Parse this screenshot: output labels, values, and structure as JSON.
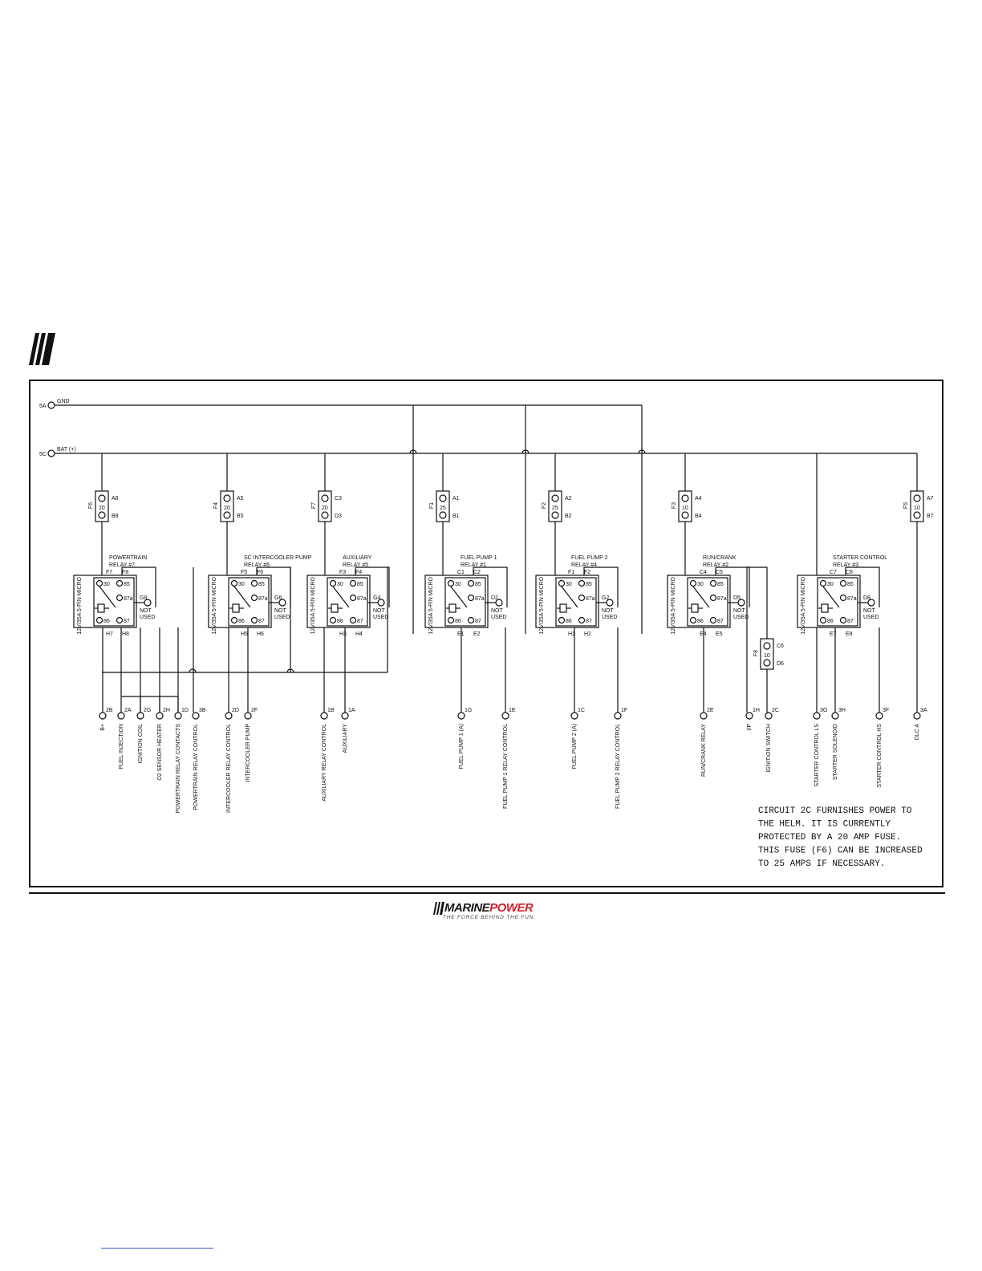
{
  "rails": {
    "gnd_terminal": "5A",
    "gnd_label": "GND",
    "bat_terminal": "5C",
    "bat_label": "BAT (+)"
  },
  "relays": [
    {
      "title1": "POWERTRAIN",
      "title2": "RELAY #7",
      "fuse": "F6",
      "amps": "20",
      "fuse_in": "A8",
      "fuse_out": "B8",
      "p1": "F7",
      "p2": "F8",
      "p3": "H7",
      "p4": "H8",
      "nu": "G8"
    },
    {
      "title1": "SC INTERCOOLER PUMP",
      "title2": "RELAY #6",
      "fuse": "F4",
      "amps": "20",
      "fuse_in": "A5",
      "fuse_out": "B5",
      "p1": "F5",
      "p2": "F6",
      "p3": "H5",
      "p4": "H6",
      "nu": "G6"
    },
    {
      "title1": "AUXILIARY",
      "title2": "RELAY #5",
      "fuse": "F7",
      "amps": "20",
      "fuse_in": "C3",
      "fuse_out": "D3",
      "p1": "F3",
      "p2": "F4",
      "p3": "H3",
      "p4": "H4",
      "nu": "G4"
    },
    {
      "title1": "FUEL PUMP 1",
      "title2": "RELAY #1",
      "fuse": "F1",
      "amps": "25",
      "fuse_in": "A1",
      "fuse_out": "B1",
      "p1": "C1",
      "p2": "C2",
      "p3": "E1",
      "p4": "E2",
      "nu": "D2"
    },
    {
      "title1": "FUEL PUMP 2",
      "title2": "RELAY #4",
      "fuse": "F2",
      "amps": "25",
      "fuse_in": "A2",
      "fuse_out": "B2",
      "p1": "F1",
      "p2": "F2",
      "p3": "H1",
      "p4": "H2",
      "nu": "G2"
    },
    {
      "title1": "RUN/CRANK",
      "title2": "RELAY #2",
      "fuse": "F3",
      "amps": "10",
      "fuse_in": "A4",
      "fuse_out": "B4",
      "p1": "C4",
      "p2": "C5",
      "p3": "E4",
      "p4": "E5",
      "nu": "D5"
    },
    {
      "title1": "STARTER CONTROL",
      "title2": "RELAY #3",
      "fuse": "",
      "amps": "",
      "fuse_in": "",
      "fuse_out": "",
      "p1": "C7",
      "p2": "C8",
      "p3": "E7",
      "p4": "E8",
      "nu": "D8"
    }
  ],
  "relay_common": {
    "rating": "12V/35A 5-PIN MICRO",
    "pin30": "30",
    "pin85": "85",
    "pin86": "86",
    "pin87": "87",
    "pin87a": "87a",
    "not_used1": "NOT",
    "not_used2": "USED"
  },
  "extra_fuses": [
    {
      "fuse": "F5",
      "amps": "10",
      "fuse_in": "A7",
      "fuse_out": "B7"
    },
    {
      "fuse": "F8",
      "amps": "10",
      "fuse_in": "C6",
      "fuse_out": "D6"
    }
  ],
  "outputs": [
    {
      "pin": "2B",
      "label": "B+"
    },
    {
      "pin": "2A",
      "label": "FUEL INJECTION"
    },
    {
      "pin": "2G",
      "label": "IGNITION COIL"
    },
    {
      "pin": "2H",
      "label": "O2 SENSOR HEATER"
    },
    {
      "pin": "1D",
      "label": "POWERTRAIN RELAY CONTACTS",
      "color": "#d2232a"
    },
    {
      "pin": "3B",
      "label": "POWERTRAIN RELAY CONTROL"
    },
    {
      "pin": "2D",
      "label": "INTERCOOLER RELAY CONTROL"
    },
    {
      "pin": "2F",
      "label": "INTERCOOLER PUMP"
    },
    {
      "pin": "1B",
      "label": "AUXILIARY RELAY CONTROL"
    },
    {
      "pin": "1A",
      "label": "AUXILIARY"
    },
    {
      "pin": "1G",
      "label": "FUEL PUMP 1 (A)"
    },
    {
      "pin": "1E",
      "label": "FUEL PUMP 1 RELAY CONTROL"
    },
    {
      "pin": "1C",
      "label": "FUEL PUMP 2 (A)"
    },
    {
      "pin": "1F",
      "label": "FUEL PUMP 2 RELAY CONTROL"
    },
    {
      "pin": "2E",
      "label": "RUN/CRANK RELAY"
    },
    {
      "pin": "1H",
      "label": "I/P"
    },
    {
      "pin": "2C",
      "label": "IGNITION SWITCH"
    },
    {
      "pin": "3G",
      "label": "STARTER CONTROL LS"
    },
    {
      "pin": "3H",
      "label": "STARTER SOLENOID"
    },
    {
      "pin": "3F",
      "label": "STARTER CONTROL HS"
    },
    {
      "pin": "3A",
      "label": "DLC A"
    }
  ],
  "note_lines": [
    "CIRCUIT 2C FURNISHES POWER TO",
    "THE HELM.  IT IS CURRENTLY",
    "PROTECTED BY A 20 AMP FUSE.",
    "THIS FUSE (F6) CAN BE INCREASED",
    "TO 25 AMPS IF NECESSARY."
  ],
  "logo": {
    "brand1": "MARINE",
    "brand2": "POWER",
    "tagline": "THE FORCE BEHIND THE FUN."
  },
  "colors": {
    "line": "#111111",
    "highlight": "#d2232a",
    "link": "#3b5bb5"
  }
}
